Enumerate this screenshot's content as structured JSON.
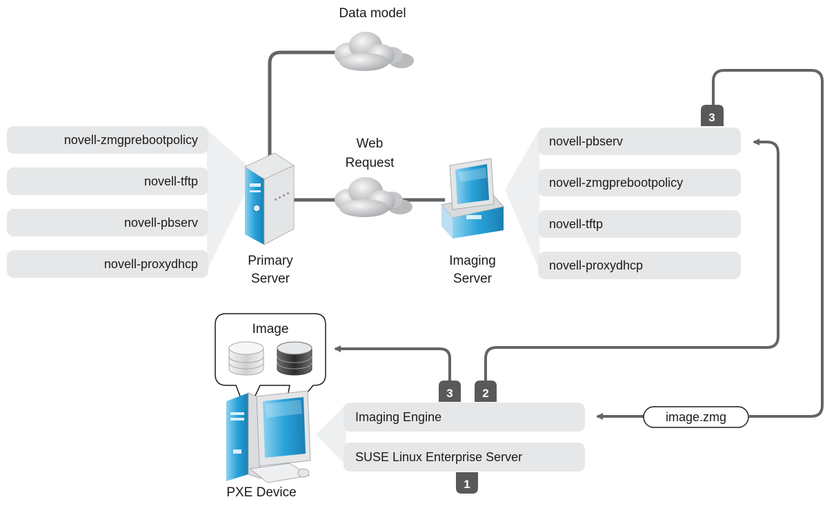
{
  "labels": {
    "data_model": "Data model",
    "web_request_1": "Web",
    "web_request_2": "Request",
    "primary_server_1": "Primary",
    "primary_server_2": "Server",
    "imaging_server_1": "Imaging",
    "imaging_server_2": "Server",
    "image": "Image",
    "pxe_device": "PXE Device",
    "image_file": "image.zmg"
  },
  "primary_services": [
    "novell-zmgprebootpolicy",
    "novell-tftp",
    "novell-pbserv",
    "novell-proxydhcp"
  ],
  "imaging_services": [
    "novell-pbserv",
    "novell-zmgprebootpolicy",
    "novell-tftp",
    "novell-proxydhcp"
  ],
  "pxe_stack": {
    "engine": "Imaging Engine",
    "os": "SUSE Linux Enterprise Server"
  },
  "steps": {
    "step_1": "1",
    "step_2": "2",
    "step_3_pxe": "3",
    "step_3_imaging": "3"
  },
  "colors": {
    "pill": "#e6e7e8",
    "line": "#636466",
    "badge": "#58595b",
    "device_blue": "#29a3da"
  }
}
